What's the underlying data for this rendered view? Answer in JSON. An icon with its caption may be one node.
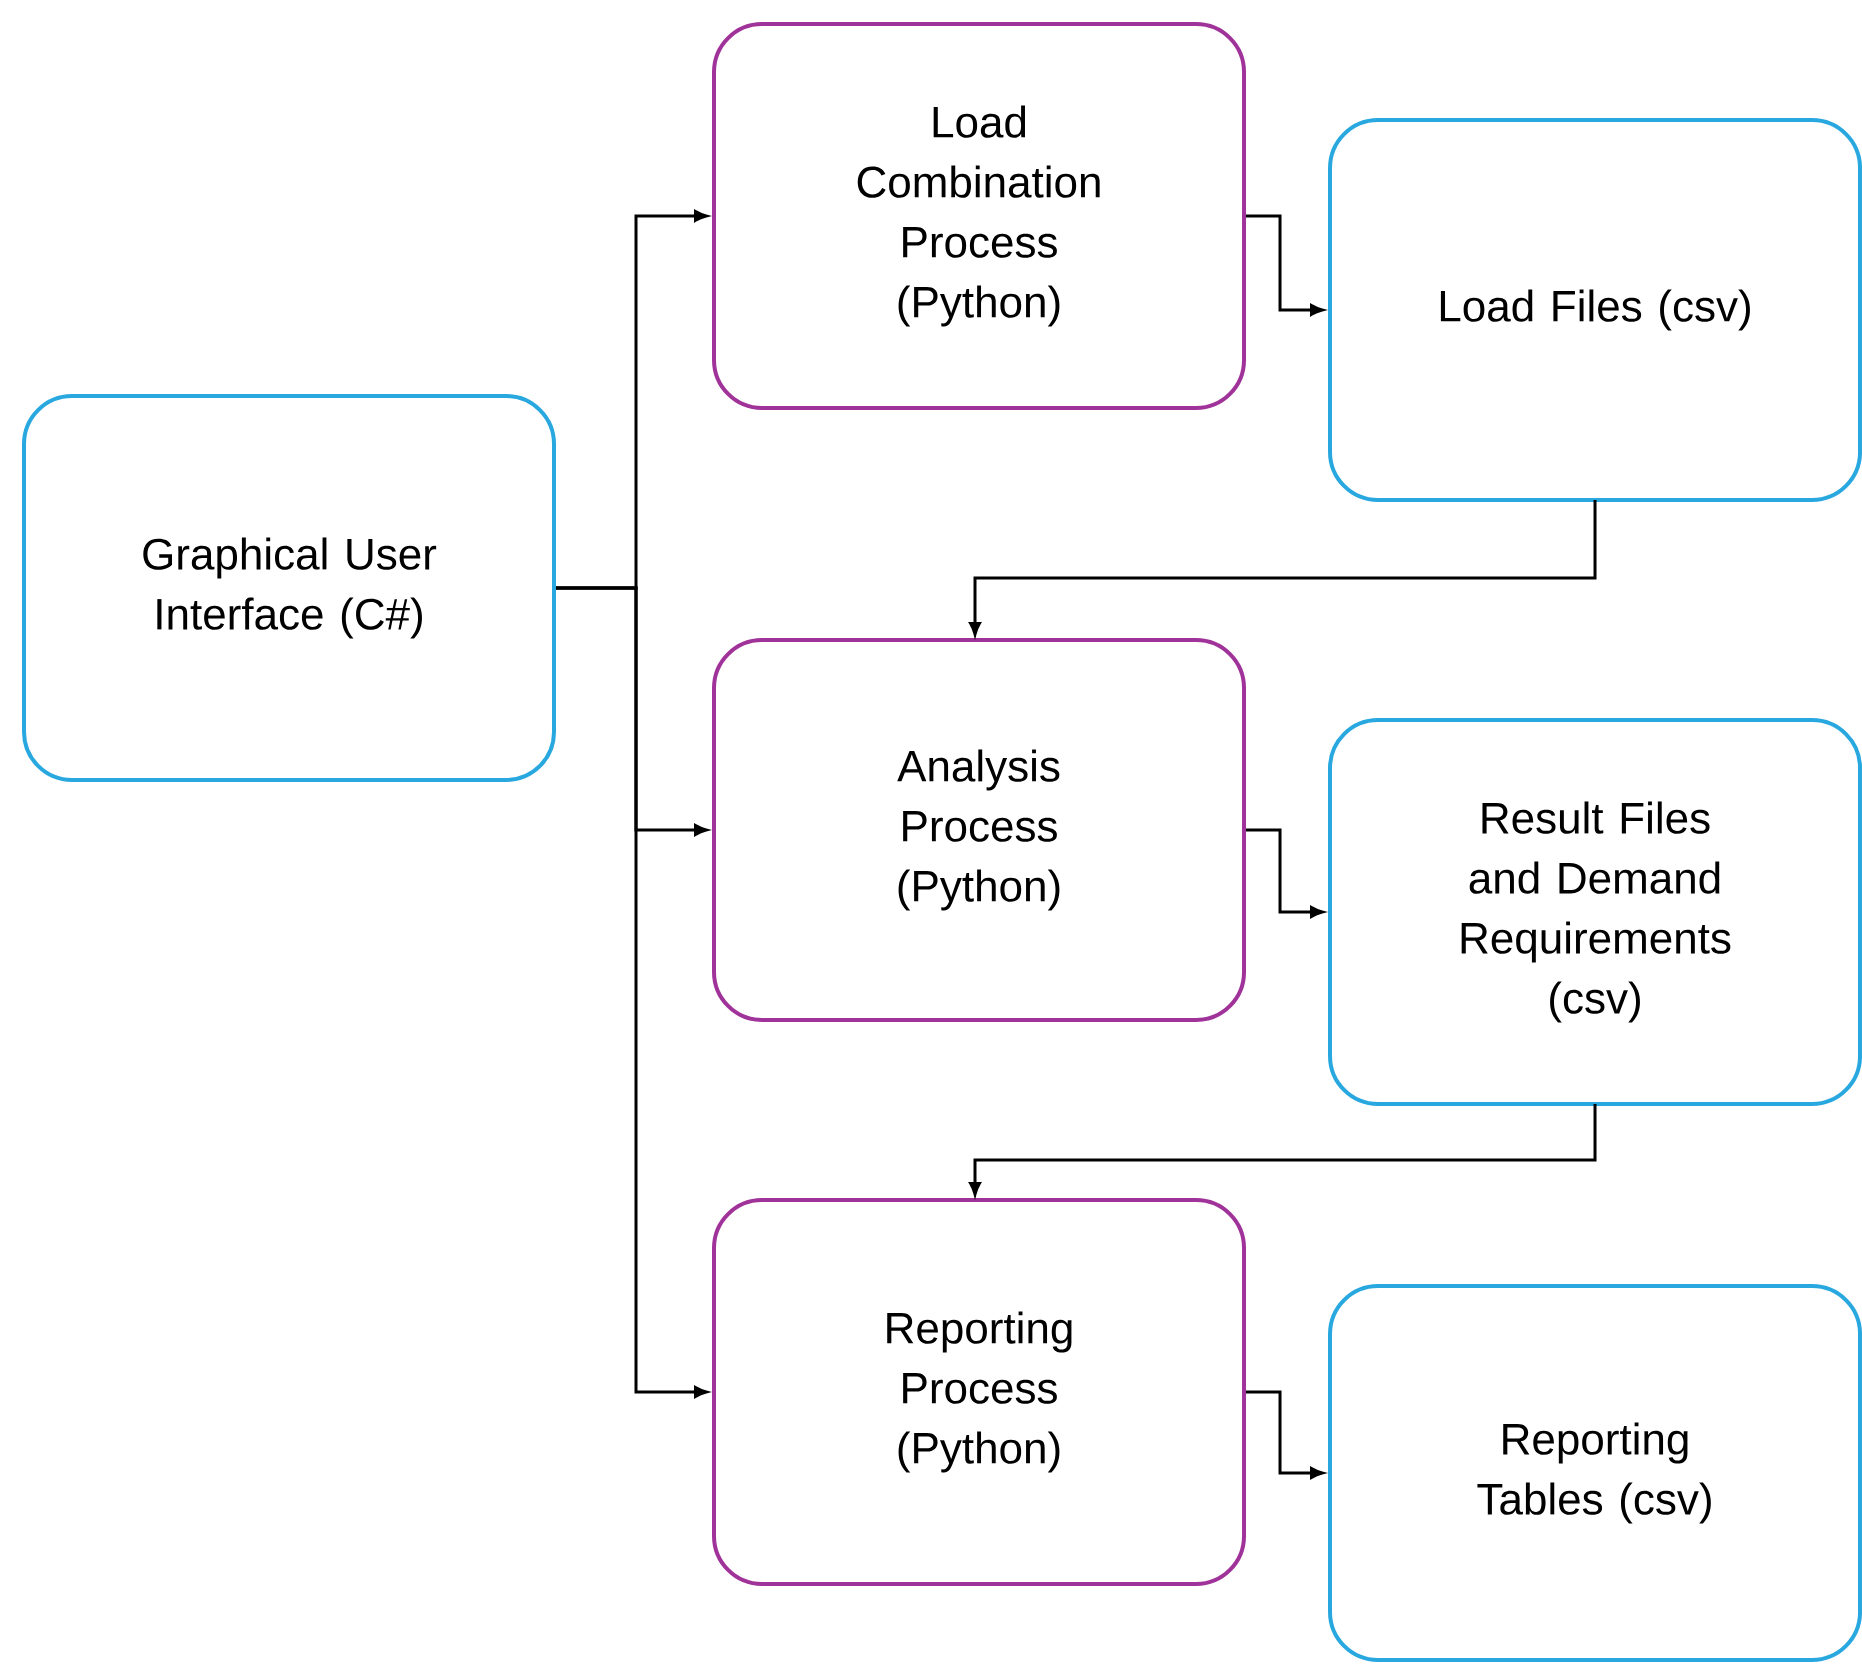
{
  "diagram": {
    "nodes": [
      {
        "text": [
          "Graphical User Interface (C#)"
        ]
      },
      {
        "text": [
          "Load Combination Process (Python)"
        ]
      },
      {
        "text": [
          "Load Files (csv)"
        ]
      },
      {
        "text": [
          "Analysis Process (Python)"
        ]
      },
      {
        "text": [
          "Result Files and Demand Requirements (csv)"
        ]
      },
      {
        "text": [
          "Reporting Process (Python)"
        ]
      },
      {
        "text": [
          "Reporting Tables (csv)"
        ]
      }
    ],
    "edges": [
      {
        "from": 0,
        "to": 1,
        "arrow": "to"
      },
      {
        "from": 0,
        "to": 3,
        "arrow": "to"
      },
      {
        "from": 0,
        "to": 5,
        "arrow": "to"
      },
      {
        "from": 1,
        "to": 2,
        "arrow": "to"
      },
      {
        "from": 2,
        "to": 3,
        "arrow": "to"
      },
      {
        "from": 3,
        "to": 4,
        "arrow": "to"
      },
      {
        "from": 4,
        "to": 5,
        "arrow": "to"
      },
      {
        "from": 5,
        "to": 6,
        "arrow": "to"
      }
    ]
  }
}
